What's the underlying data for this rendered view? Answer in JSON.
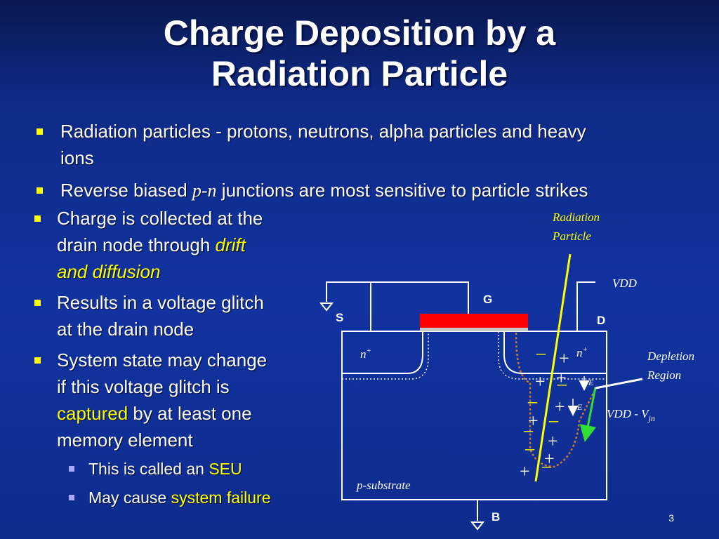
{
  "slide": {
    "title_line1": "Charge Deposition by a",
    "title_line2": "Radiation Particle",
    "bullet1": "Radiation particles - protons, neutrons, alpha particles and heavy",
    "bullet1_cont": "ions",
    "bullet2_pre": "Reverse biased ",
    "bullet2_pn": "p-n",
    "bullet2_post": " junctions are most sensitive to particle strikes",
    "bullet3_l1": "Charge is collected at the",
    "bullet3_l2": "drain node through ",
    "bullet3_hl1": "drift",
    "bullet3_hl2": "and diffusion",
    "bullet4_l1": "Results in a voltage glitch",
    "bullet4_l2": "at the drain node",
    "bullet5_l1": "System state may change",
    "bullet5_l2": "if this voltage glitch is",
    "bullet5_hl": "captured",
    "bullet5_l3_post": " by at least one",
    "bullet5_l4": "memory element",
    "sub1_pre": "This is called an ",
    "sub1_hl": "SEU",
    "sub2_pre": "May cause ",
    "sub2_hl": "system failure",
    "page_number": "3"
  },
  "diagram": {
    "radiation_l1": "Radiation",
    "radiation_l2": "Particle",
    "vdd": "VDD",
    "gate": "G",
    "source": "S",
    "drain": "D",
    "n_plus_left": "n",
    "n_plus_right": "n",
    "sup_plus": "+",
    "depletion_l1": "Depletion",
    "depletion_l2": "Region",
    "e_field": "E",
    "vdd_vjn_pre": "VDD - V",
    "vdd_vjn_sub": "jn",
    "substrate": "p-substrate",
    "bulk": "B",
    "plus_sign": "+",
    "minus_sign": "–",
    "colors": {
      "gate": "#ff0000",
      "particle": "#ffff00",
      "depletion": "#cc7a2a",
      "arrow": "#33dd33",
      "minus_charge": "#ffff00"
    }
  }
}
